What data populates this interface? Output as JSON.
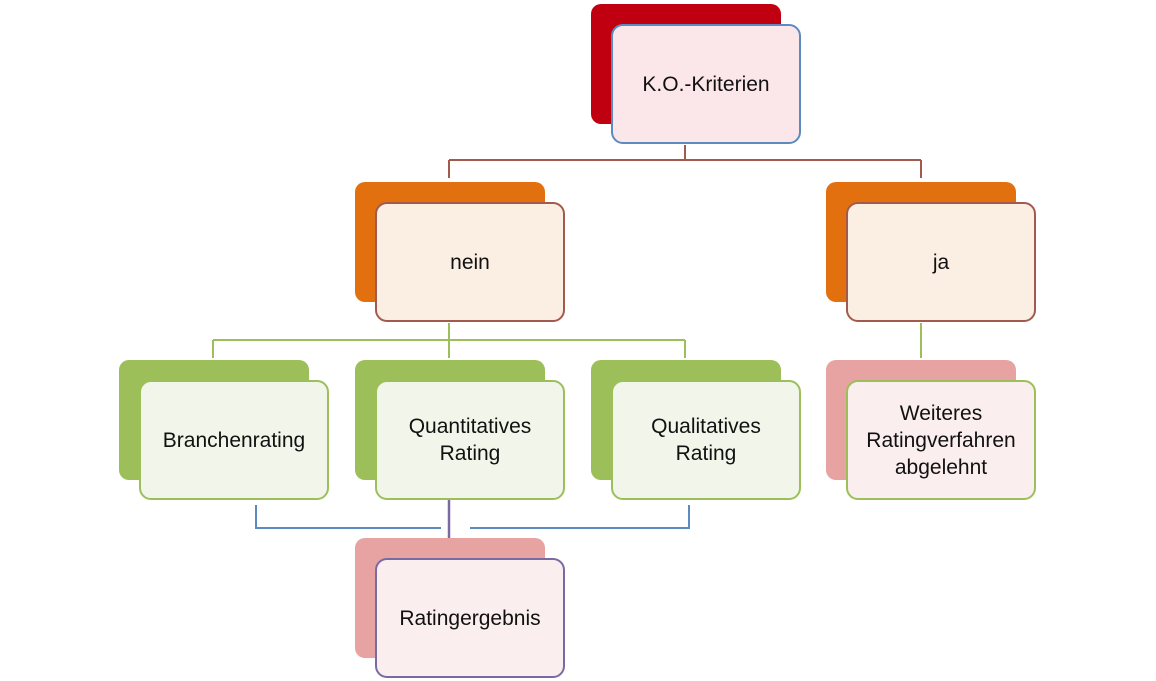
{
  "diagram": {
    "root": {
      "label": "K.O.-Kriterien"
    },
    "branch_no": {
      "label": "nein"
    },
    "branch_yes": {
      "label": "ja"
    },
    "criteria": [
      {
        "label": "Branchenrating"
      },
      {
        "label": "Quantitatives\nRating"
      },
      {
        "label": "Qualitatives\nRating"
      }
    ],
    "rejected": {
      "label": "Weiteres\nRatingverfahren\nabgelehnt"
    },
    "result": {
      "label": "Ratingergebnis"
    }
  },
  "colors": {
    "root_back": "#c00010",
    "root_front_fill": "#fbe7ea",
    "root_front_border": "#5b8bbf",
    "branch_back": "#e2700f",
    "branch_front_fill": "#fbefe4",
    "branch_front_border": "#a25a4f",
    "criteria_back": "#9cbf5a",
    "criteria_front_fill": "#f2f6ea",
    "criteria_front_border": "#9cbf5a",
    "pink_back": "#e7a2a2",
    "rejected_front_fill": "#fbeeee",
    "rejected_front_border": "#9cbf5a",
    "result_front_fill": "#fbeeee",
    "result_front_border": "#7a6aa3",
    "line_brown": "#a25a4f",
    "line_green": "#9cbf5a",
    "line_blue": "#5b8bbf",
    "line_purple": "#7a6aa3"
  }
}
